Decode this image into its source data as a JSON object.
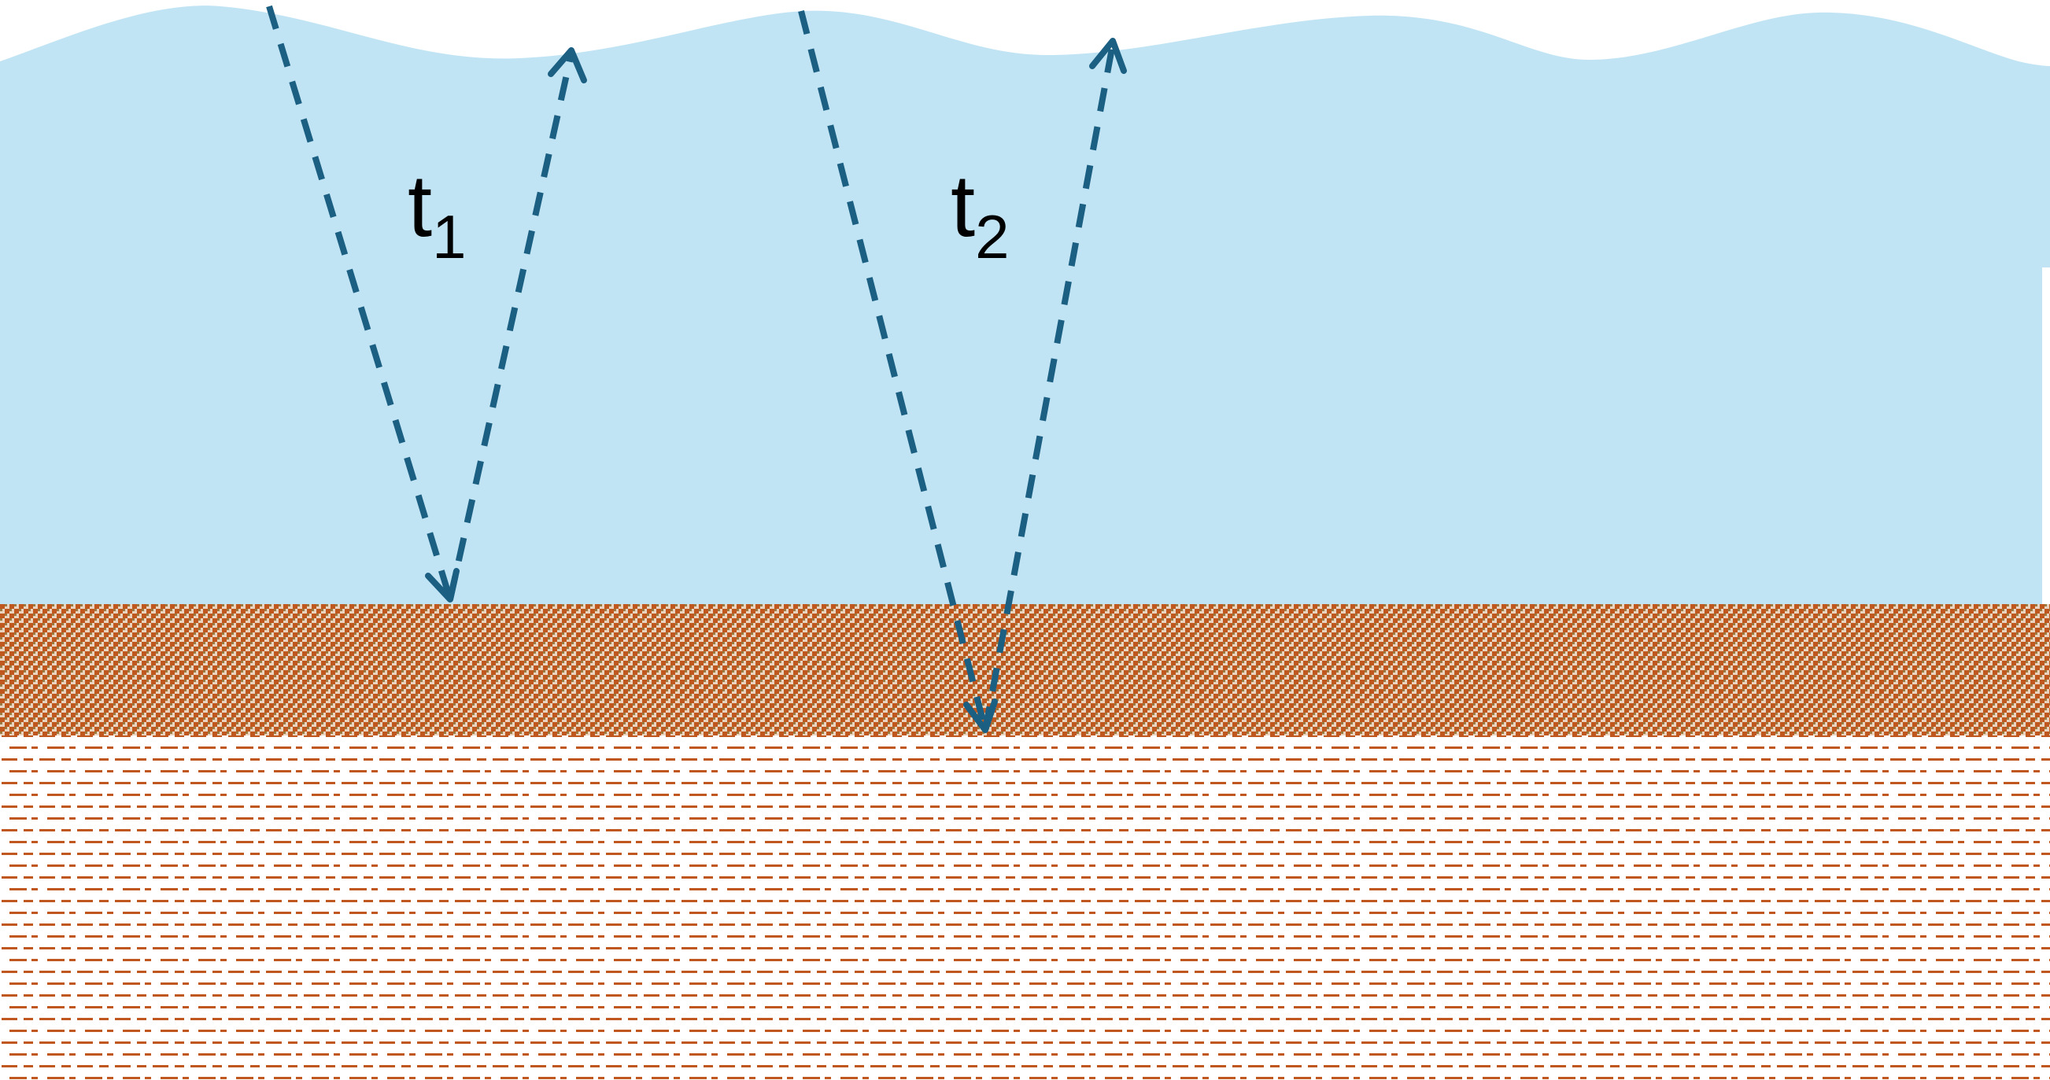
{
  "diagram": {
    "labels": {
      "t1": {
        "base": "t",
        "sub": "1"
      },
      "t2": {
        "base": "t",
        "sub": "2"
      }
    },
    "colors": {
      "water": "#c1e4f4",
      "ray": "#1b5f82",
      "sediment_dots": "#c0571f",
      "sediment_dots_alt": "#9a7a3e",
      "sublayer_dashes": "#c0571f",
      "background": "#ffffff",
      "text": "#000000"
    },
    "layers": [
      "water",
      "sediment-layer",
      "sub-bottom-layer"
    ],
    "rays": [
      {
        "id": "ray-1",
        "reflects_at": "water-sediment-interface",
        "label": "t1"
      },
      {
        "id": "ray-2",
        "reflects_at": "sediment-base",
        "label": "t2"
      }
    ]
  }
}
